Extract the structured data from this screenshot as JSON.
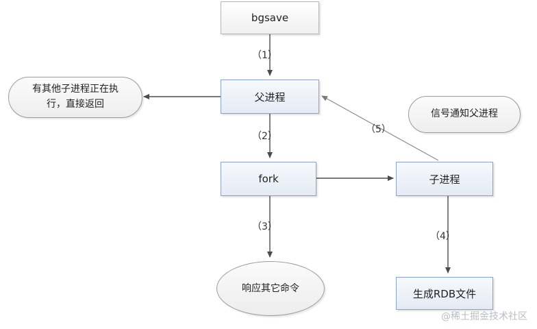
{
  "diagram": {
    "nodes": {
      "bgsave": "bgsave",
      "parent": "父进程",
      "fork": "fork",
      "child": "子进程",
      "other_child": "有其他子进程正在执行，直接返回",
      "other_child_line1": "有其他子进程正在执",
      "other_child_line2": "行，直接返回",
      "signal": "信号通知父进程",
      "respond": "响应其它命令",
      "rdb": "生成RDB文件"
    },
    "steps": {
      "s1": "（1）",
      "s2": "（2）",
      "s3": "（3）",
      "s4": "（4）",
      "s5": "（5）"
    }
  },
  "watermark": "@稀土掘金技术社区"
}
